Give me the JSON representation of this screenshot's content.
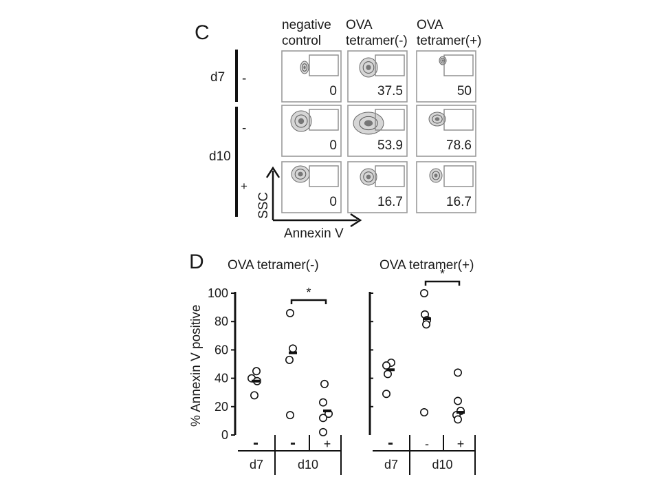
{
  "panel_c": {
    "label": "C",
    "columns": [
      {
        "line1": "negative",
        "line2": "control"
      },
      {
        "line1": "OVA",
        "line2": "tetramer(-)"
      },
      {
        "line1": "OVA",
        "line2": "tetramer(+)"
      }
    ],
    "day_labels": {
      "d7": "d7",
      "d10": "d10"
    },
    "row_signs": [
      "-",
      "-",
      "+"
    ],
    "cell_values": [
      [
        "0",
        "37.5",
        "50"
      ],
      [
        "0",
        "53.9",
        "78.6"
      ],
      [
        "0",
        "16.7",
        "16.7"
      ]
    ],
    "axis_y_label": "SSC",
    "axis_x_label": "Annexin V"
  },
  "panel_d": {
    "label": "D",
    "significance_mark": "*",
    "x_group_signs": [
      "-",
      "-",
      "+"
    ],
    "x_day_labels": [
      "d7",
      "d10"
    ]
  },
  "chart_data": [
    {
      "type": "scatter",
      "title": "OVA tetramer(-)",
      "ylabel": "% Annexin V positive",
      "ylim": [
        0,
        100
      ],
      "yticks": [
        0,
        20,
        40,
        60,
        80,
        100
      ],
      "categories": [
        "d7 -",
        "d10 -",
        "d10 +"
      ],
      "points": [
        [
          45,
          40,
          38,
          28
        ],
        [
          86,
          61,
          53,
          14
        ],
        [
          36,
          23,
          15,
          12,
          2
        ]
      ],
      "means": [
        38,
        58,
        17
      ],
      "significance": {
        "between": [
          1,
          2
        ],
        "label": "*"
      }
    },
    {
      "type": "scatter",
      "title": "OVA tetramer(+)",
      "ylabel": "",
      "ylim": [
        0,
        100
      ],
      "yticks": [],
      "categories": [
        "d7 -",
        "d10 -",
        "d10 +"
      ],
      "points": [
        [
          51,
          49,
          43,
          29
        ],
        [
          100,
          85,
          81,
          78,
          16
        ],
        [
          44,
          24,
          17,
          14,
          11
        ]
      ],
      "means": [
        46,
        82,
        16
      ],
      "significance": {
        "between": [
          1,
          2
        ],
        "label": "*"
      }
    }
  ]
}
